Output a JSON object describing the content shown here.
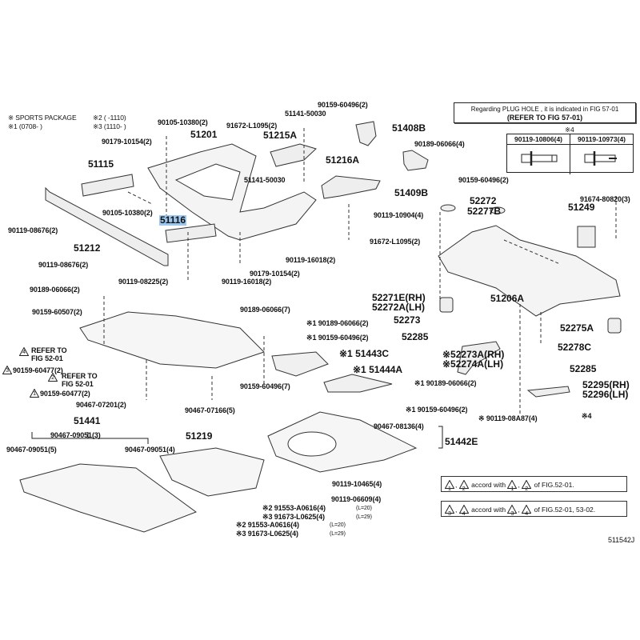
{
  "legend": {
    "sports": "※ SPORTS PACKAGE",
    "s1": "※1 (0708-     )",
    "s2": "※2 (     -1110)",
    "s3": "※3 (1110-     )"
  },
  "plug_note": {
    "line1": "Regarding  PLUG  HOLE , it is indicated in FIG 57-01",
    "line2": "(REFER TO FIG 57-01)"
  },
  "bolt_table": {
    "mark": "※4",
    "col1": "90119-10806(4)",
    "col2": "90119-10973(4)"
  },
  "labels": [
    "90105-10380(2)",
    "51201",
    "91672-L1095(2)",
    "51215A",
    "51141-50030",
    "90159-60496(2)",
    "51408B",
    "90189-06066(4)",
    "90179-10154(2)",
    "51115",
    "51141-50030",
    "51216A",
    "51409B",
    "90159-60496(2)",
    "90105-10380(2)",
    "51116",
    "90119-08676(2)",
    "51212",
    "90119-08676(2)",
    "90119-08225(2)",
    "90119-16018(2)",
    "90179-10154(2)",
    "90119-16018(2)",
    "90119-10904(4)",
    "91672-L1095(2)",
    "52272",
    "52277B",
    "91674-80820(3)",
    "51249",
    "51206A",
    "52271E(RH)",
    "52272A(LH)",
    "52273",
    "52285",
    "52275A",
    "52278C",
    "52285",
    "※52273A(RH)",
    "※52274A(LH)",
    "52295(RH)",
    "52296(LH)",
    "※ 90119-08A87(4)",
    "※4",
    "90189-06066(2)",
    "90159-60507(2)",
    "90189-06066(7)",
    "※1 90189-06066(2)",
    "※1 90159-60496(2)",
    "※1 51443C",
    "※1 51444A",
    "90159-60496(7)",
    "90467-07201(2)",
    "90467-07166(5)",
    "※1 90189-06066(2)",
    "※1 90159-60496(2)",
    "90467-08136(4)",
    "51442E",
    "51441",
    "90467-09051(3)",
    "90467-09051(5)",
    "90467-09051(4)",
    "51219",
    "90119-10465(4)",
    "90119-06609(4)",
    "※2 91553-A0616(4)",
    "※3 91673-L0625(4)",
    "※2 91553-A0616(4)",
    "※3 91673-L0625(4)",
    "511542J"
  ],
  "lengths": [
    "(L=20)",
    "(L=29)",
    "(L=20)",
    "(L=29)"
  ],
  "refer": {
    "t4": "4",
    "t4_text1": "REFER TO",
    "t4_text2": "FIG 52-01",
    "t3": "3",
    "t3_text": "90159-60477(2)",
    "t2": "2",
    "t2_text1": "REFER TO",
    "t2_text2": "FIG 52-01",
    "t1": "1",
    "t1_text": "90159-60477(2)"
  },
  "notes": [
    {
      "a": "1",
      "b": "2",
      "mid": "accord with",
      "c": "1",
      "d": "2",
      "tail": "of FIG.52-01."
    },
    {
      "a": "3",
      "b": "4",
      "mid": "accord with",
      "c": "3",
      "d": "4",
      "tail": "of FIG.52-01, 53-02."
    }
  ],
  "highlight_color": "#9cc7ee"
}
